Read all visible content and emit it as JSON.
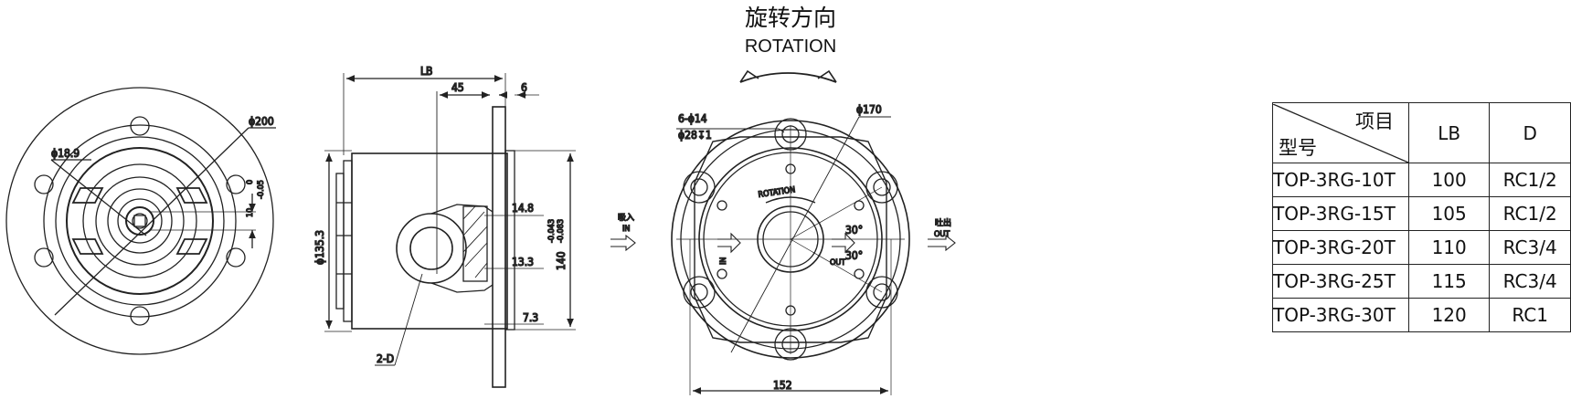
{
  "header": {
    "title_cn": "旋转方向",
    "title_en": "ROTATION"
  },
  "side_view": {
    "lb": "LB",
    "d45": "45",
    "d6": "6",
    "d135": "ϕ135.3",
    "d140": "140",
    "tol_a": "-0.043",
    "tol_b": "-0.083",
    "d148": "14.8",
    "d133": "13.3",
    "d73": "7.3",
    "keyway": "2-D"
  },
  "front_view": {
    "d200": "ϕ200",
    "d189": "ϕ18.9",
    "tol_top": "0",
    "tol_bot": "-0.05",
    "d10": "10"
  },
  "port_view": {
    "holes": "6-ϕ14",
    "cbore": "ϕ28↧1",
    "d170": "ϕ170",
    "d152": "152",
    "dir_label": "ROTATION",
    "in_cn": "吸入",
    "in_en": "IN",
    "out_cn": "吐出",
    "out_en": "OUT",
    "port_in": "IN",
    "port_out": "OUT",
    "angle1": "30°",
    "angle2": "30°"
  },
  "spec_table": {
    "header_item": "项目",
    "header_model": "型号",
    "col_lb": "LB",
    "col_d": "D",
    "rows": [
      {
        "model": "TOP-3RG-10T",
        "lb": "100",
        "d": "RC1/2"
      },
      {
        "model": "TOP-3RG-15T",
        "lb": "105",
        "d": "RC1/2"
      },
      {
        "model": "TOP-3RG-20T",
        "lb": "110",
        "d": "RC3/4"
      },
      {
        "model": "TOP-3RG-25T",
        "lb": "115",
        "d": "RC3/4"
      },
      {
        "model": "TOP-3RG-30T",
        "lb": "120",
        "d": "RC1"
      }
    ]
  }
}
